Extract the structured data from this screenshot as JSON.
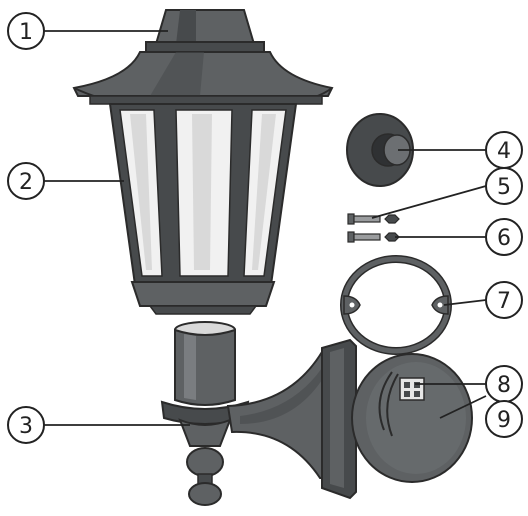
{
  "colors": {
    "body_dark": "#474a4c",
    "body_mid": "#5e6163",
    "body_light": "#7a7d80",
    "glass": "#f1f1f1",
    "glass_shade": "#d9d9d9",
    "outline": "#2b2b2b",
    "callout_line": "#222222"
  },
  "parts": [
    {
      "number": "1",
      "part": "lantern-roof-cap"
    },
    {
      "number": "2",
      "part": "lantern-glass-body"
    },
    {
      "number": "3",
      "part": "wall-arm-with-socket"
    },
    {
      "number": "4",
      "part": "cable-grommet"
    },
    {
      "number": "5",
      "part": "screw"
    },
    {
      "number": "6",
      "part": "nut"
    },
    {
      "number": "7",
      "part": "mounting-ring"
    },
    {
      "number": "8",
      "part": "terminal-block"
    },
    {
      "number": "9",
      "part": "wall-plate"
    }
  ]
}
